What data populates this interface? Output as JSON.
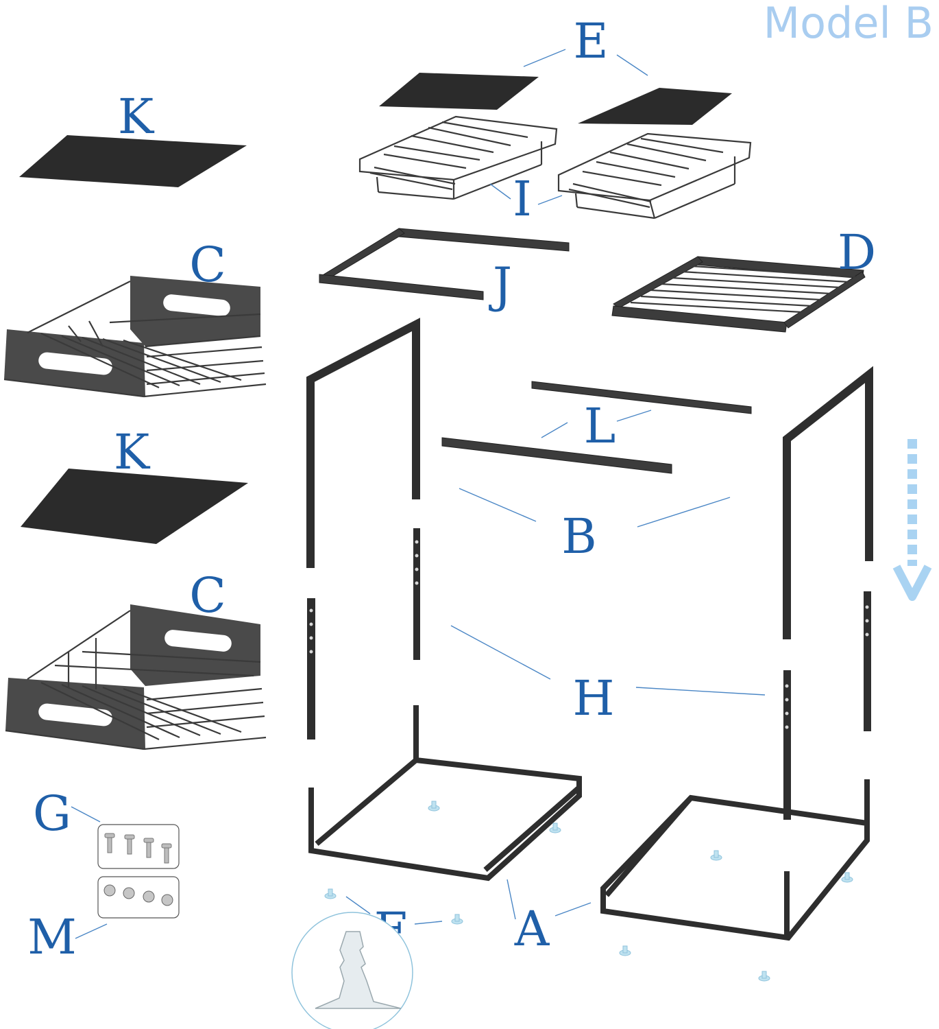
{
  "model_label": "Model B",
  "parts": {
    "A": "A",
    "B": "B",
    "C": "C",
    "D": "D",
    "E": "E",
    "F": "F",
    "G": "G",
    "H": "H",
    "I": "I",
    "J": "J",
    "K": "K",
    "L": "L",
    "M": "M"
  },
  "colors": {
    "label_blue": "#1f5fa8",
    "model_label_blue": "#a9cdf0",
    "part_dark": "#2e2e2e",
    "arrow_blue": "#a9d3f2"
  },
  "icons": [
    "down-arrow-icon",
    "suction-foot-icon",
    "screw-icon",
    "nut-icon"
  ]
}
